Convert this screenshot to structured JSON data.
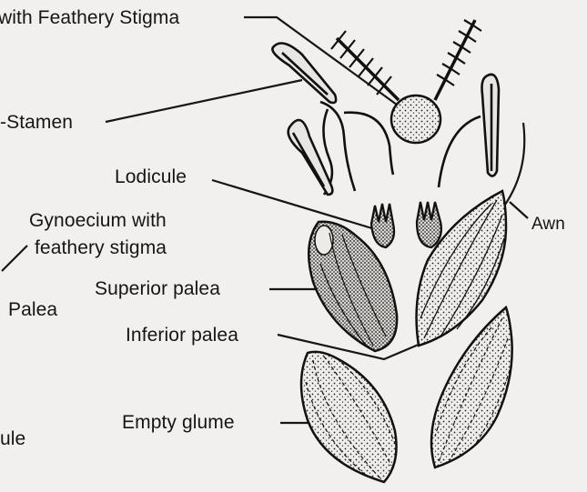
{
  "labels": {
    "feathery_stigma": "with Feathery Stigma",
    "stamen": "Stamen",
    "lodicule": "Lodicule",
    "gynoecium_line1": "Gynoecium with",
    "gynoecium_line2": "feathery stigma",
    "awn": "Awn",
    "palea": "Palea",
    "superior_palea": "Superior palea",
    "inferior_palea": "Inferior palea",
    "empty_glume": "Empty glume",
    "ule": "ule"
  },
  "colors": {
    "ink": "#151515",
    "paper": "#f1f0ee"
  }
}
